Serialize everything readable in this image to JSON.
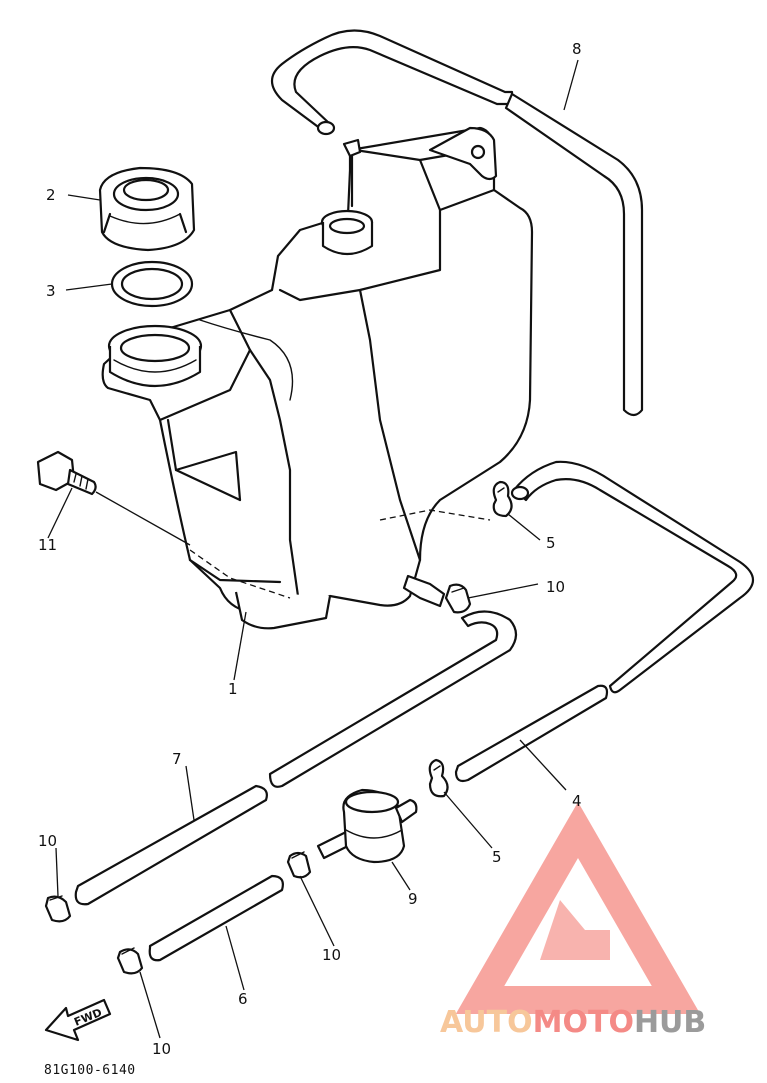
{
  "drawing_code": "81G100-6140",
  "forward_label": "FWD",
  "callouts": {
    "c1": "1",
    "c2": "2",
    "c3": "3",
    "c4": "4",
    "c5a": "5",
    "c5b": "5",
    "c6": "6",
    "c7": "7",
    "c8": "8",
    "c9": "9",
    "c10a": "10",
    "c10b": "10",
    "c10c": "10",
    "c10d": "10",
    "c11": "11"
  },
  "watermark": {
    "part1": "AUTO",
    "part2": "MOTO",
    "part3": "HUB",
    "colors": {
      "auto": "#f7c79a",
      "moto": "#f48a86",
      "hub": "#9b9b9b",
      "logo": "#f48a86"
    }
  }
}
